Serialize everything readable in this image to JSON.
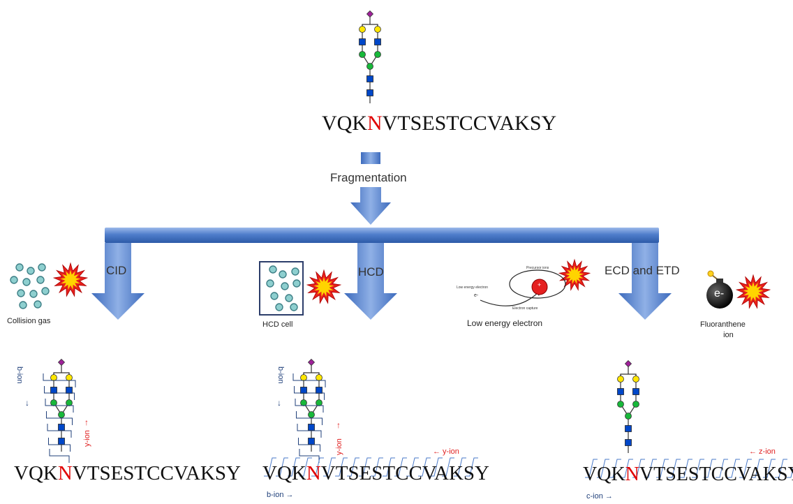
{
  "peptide": {
    "pre": "VQK",
    "site": "N",
    "post": "VTSESTCCVAKSY"
  },
  "fragmentation_label": "Fragmentation",
  "methods": {
    "cid": "CID",
    "hcd": "HCD",
    "ecd_etd": "ECD and ETD"
  },
  "sources": {
    "collision_gas": "Collision gas",
    "hcd_cell": "HCD cell",
    "low_energy_electron": "Low energy electron",
    "fluoranthene_line1": "Fluoranthene",
    "fluoranthene_line2": "ion",
    "electron_symbol": "e-"
  },
  "electron_inset": {
    "precursor_ions": "Precursor ions",
    "low_energy_electron": "Low energy electron",
    "electron_capture": "Electron capture",
    "e_minus": "e-",
    "plus": "+"
  },
  "ions": {
    "b_ion": "b-ion",
    "y_ion": "y-ion",
    "c_ion": "c-ion",
    "z_ion": "z-ion",
    "b_ion_arrow": "b-ion →",
    "c_ion_arrow": "c-ion →",
    "y_ion_arrow": "← y-ion",
    "z_ion_arrow": "← z-ion"
  },
  "colors": {
    "arrow": "#4a79c8",
    "glycosite": "#e00000",
    "ion_blue": "#1f3f7a",
    "ion_red": "#e02020",
    "gas": "#8ecfcf"
  }
}
